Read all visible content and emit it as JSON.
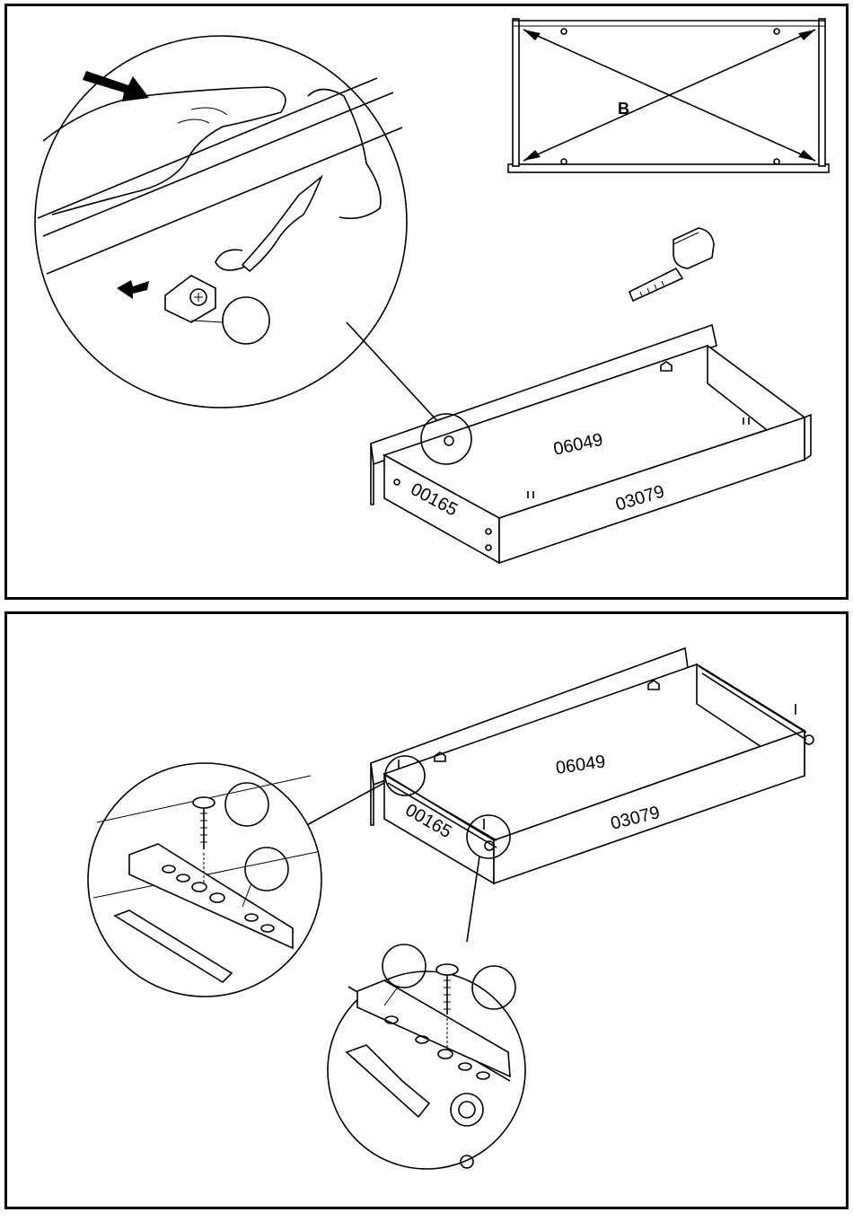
{
  "step_top": {
    "diagonal_label": "B",
    "parts": {
      "bottom_panel": "06049",
      "side_panel": "00165",
      "front_panel": "03079"
    }
  },
  "step_bottom": {
    "parts": {
      "bottom_panel": "06049",
      "side_panel": "00165",
      "front_panel": "03079"
    }
  }
}
